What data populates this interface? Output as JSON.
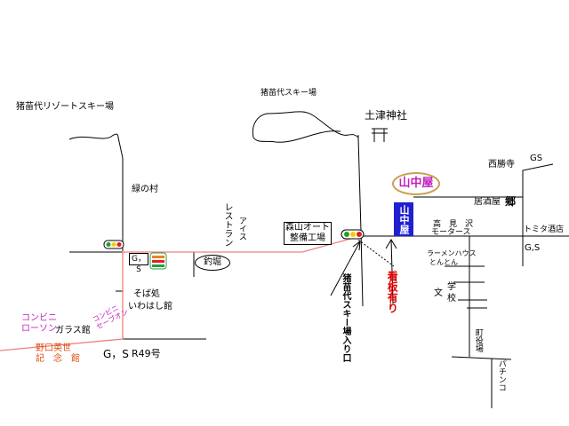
{
  "places": {
    "inawashiro_resort": "猪苗代リゾートスキー場",
    "inawashiro_ski": "猪苗代スキー場",
    "hanitsu_shrine": "土津神社",
    "midori_no_mura": "緑の村",
    "restaurant": "レストラン",
    "aisu": "アイス",
    "moriyama": "森山オート\n整備工場",
    "tsuribori": "釣堀",
    "yamanaka_oval": "山中屋",
    "yamanaka_box": "山中屋",
    "izakaya": "居酒屋",
    "go": "郷",
    "saishoji": "西勝寺",
    "gs_top": "GS",
    "takami": "高　見　沢",
    "motors": "モータース",
    "toyota": "トミタ酒店",
    "gs_right": "G,S",
    "ramen1": "ラーメンハウス",
    "ramen2": "とんとん",
    "gakko": "学",
    "bunko": "文",
    "kou": "校",
    "machiyakuba": "町役場",
    "pachinko": "パチンコ",
    "gs_box": "G，S",
    "soba": "そば処",
    "iwahashikan": "いわはし館",
    "conv_lawson1": "コンビニ",
    "conv_lawson2": "ローソン",
    "glass": "ガラス館",
    "conv_seven": "コンビニ\nセーブオン",
    "noguchi1": "野口英世",
    "noguchi2": "記　念　館",
    "gs_bottom": "G，S",
    "r49": "R49号",
    "ski_entrance": "猪苗代スキー場入り口",
    "kanban": "看板有り"
  },
  "colors": {
    "route": "#f08080",
    "yamanaka_blue": "#2020d0",
    "purple": "#c020c0",
    "orange": "#e04a10",
    "red": "#e00000",
    "seven_green": "#20a040",
    "seven_orange": "#f08020",
    "seven_red": "#e02020"
  },
  "icons": [
    "traffic-light-icon",
    "seven-eleven-icon",
    "torii-icon",
    "arrow-icon"
  ]
}
